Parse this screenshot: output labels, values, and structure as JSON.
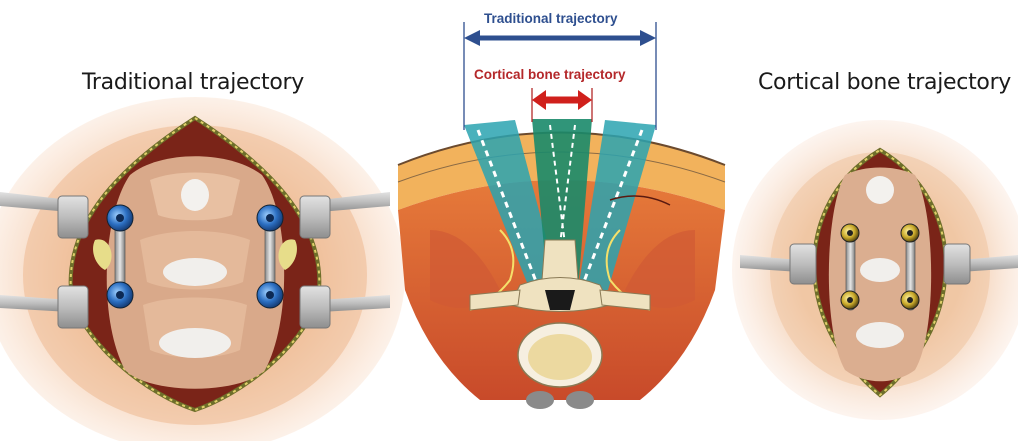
{
  "figure": {
    "left_panel": {
      "title": "Traditional trajectory"
    },
    "center_panel": {
      "traditional_label": "Traditional trajectory",
      "cortical_label": "Cortical bone trajectory"
    },
    "right_panel": {
      "title": "Cortical bone trajectory"
    }
  },
  "colors": {
    "traditional_arrow": "#2e4f8f",
    "cortical_arrow": "#d0201c",
    "traditional_label": "#2e4f8f",
    "cortical_label": "#b4282a",
    "traditional_zone": "#2aa3b0",
    "cortical_zone": "#1a8a6a"
  }
}
